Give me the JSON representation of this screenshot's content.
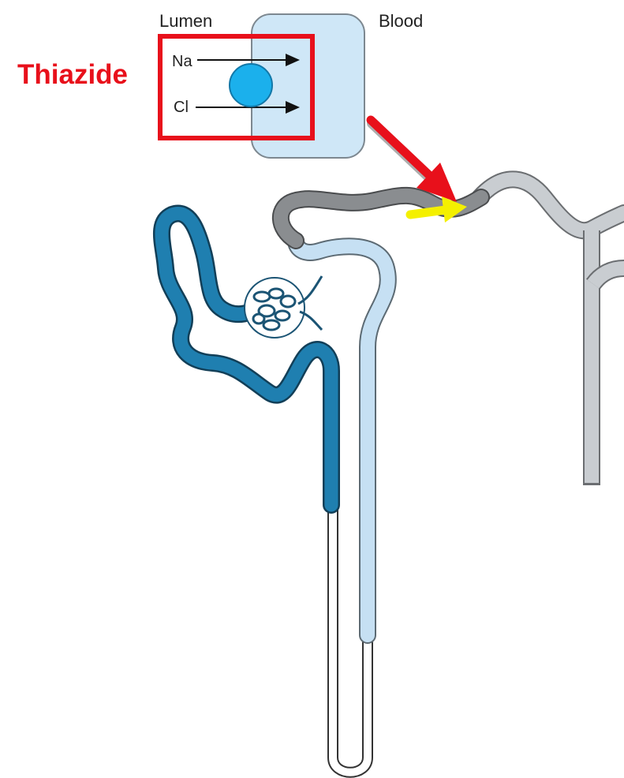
{
  "labels": {
    "lumen": "Lumen",
    "blood": "Blood",
    "drug": "Thiazide",
    "ion_na": "Na",
    "ion_cl": "Cl"
  },
  "colors": {
    "drug_label": "#e8101b",
    "highlight_box": "#e8101b",
    "target_arrow": "#e8101b",
    "site_arrow": "#f4f000",
    "cell": "#cfe7f7",
    "transporter": "#1bb0ec",
    "proximal_tubule": "#1f7fb0",
    "ascending_limb": "#c6e0f3",
    "distal_tubule": "#8a8d90",
    "collecting_duct": "#c9cdd1",
    "thin_limb": "#ffffff"
  },
  "icons": {
    "transporter": "transporter-circle-icon",
    "glomerulus": "glomerulus-icon",
    "target_arrow": "red-arrow-icon",
    "site_arrow": "yellow-arrow-icon"
  }
}
